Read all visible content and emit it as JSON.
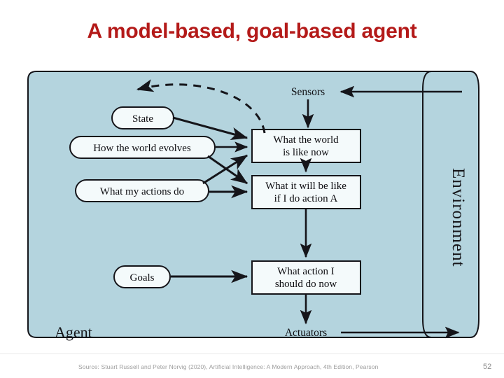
{
  "slide": {
    "title": "A model-based, goal-based agent",
    "title_color": "#B41A19",
    "page_number": "52",
    "source_note": "Source: Stuart Russell and Peter Norvig (2020), Artificial Intelligence: A Modern Approach, 4th Edition, Pearson"
  },
  "diagram": {
    "agent_label": "Agent",
    "environment_label": "Environment",
    "agent_fill": "#B4D4DE",
    "environment_fill": "#B4D4DE",
    "node_fill": "#F4FAFB",
    "stroke_color": "#15151a",
    "io": {
      "sensors": "Sensors",
      "actuators": "Actuators"
    },
    "knowledge_nodes": [
      {
        "id": "state",
        "label": "State"
      },
      {
        "id": "how-the-world-evolves",
        "label": "How the world evolves"
      },
      {
        "id": "what-my-actions-do",
        "label": "What my actions do"
      },
      {
        "id": "goals",
        "label": "Goals"
      }
    ],
    "process_nodes": [
      {
        "id": "what-the-world-is-like-now",
        "line1": "What the world",
        "line2": "is like now"
      },
      {
        "id": "what-it-will-be-like",
        "line1": "What it will be like",
        "line2": "if I do action A"
      },
      {
        "id": "what-action-i-should-do-now",
        "line1": "What action I",
        "line2": "should do now"
      }
    ]
  }
}
